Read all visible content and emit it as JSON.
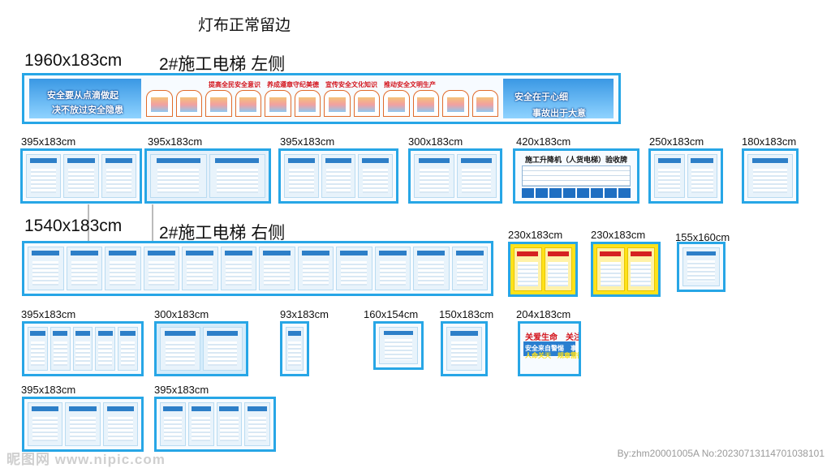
{
  "page_title": "灯布正常留边",
  "sections": {
    "left": {
      "size": "1960x183cm",
      "name": "2#施工电梯 左侧"
    },
    "right": {
      "size": "1540x183cm",
      "name": "2#施工电梯 右侧"
    }
  },
  "banner": {
    "left_line1": "安全要从点滴做起",
    "left_line2": "决不放过安全隐患",
    "headline": "提高全民安全意识　养成遵章守纪美德　宣传安全文化知识　推动安全文明生产",
    "right_line1": "安全在于心细",
    "right_line2": "事故出于大意"
  },
  "row1_labels": [
    "395x183cm",
    "395x183cm",
    "395x183cm",
    "300x183cm",
    "420x183cm",
    "250x183cm",
    "180x183cm"
  ],
  "acceptance_sign_title": "施工升降机（人货电梯）验收牌",
  "row2_labels": [
    "230x183cm",
    "230x183cm",
    "155x160cm"
  ],
  "row3_labels": [
    "395x183cm",
    "300x183cm",
    "93x183cm",
    "160x154cm",
    "150x183cm",
    "204x183cm"
  ],
  "care_panel": {
    "line1": "关爱生命　关注安全",
    "line2": "安全来自警惕　事故出于麻痹",
    "line3": "人命关天　规章需循"
  },
  "row4_labels": [
    "395x183cm",
    "395x183cm"
  ],
  "watermark_left": "昵图网 www.nipic.com",
  "watermark_right": "By:zhm20001005A No:20230713114701038101"
}
